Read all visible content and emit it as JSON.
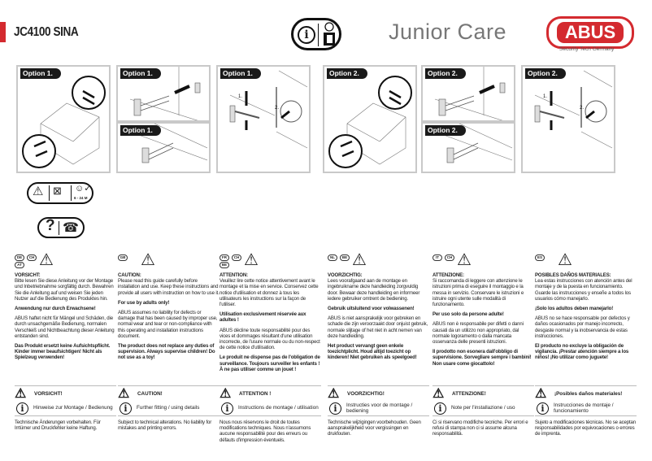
{
  "header": {
    "title": "JC4100 SINA",
    "brand": "Junior Care",
    "logo": "ABUS",
    "logo_sub": "Security Tech Germany",
    "readme_icon": "info-read-manual-icon"
  },
  "panels": [
    {
      "label": "Option 1."
    },
    {
      "label": "Option 1."
    },
    {
      "label": "Option 1."
    },
    {
      "label": "Option 1."
    },
    {
      "label": "Option 2."
    },
    {
      "label": "Option 2."
    },
    {
      "label": "Option 2."
    },
    {
      "label": "Option 2."
    }
  ],
  "pictograms": {
    "age_label": "6 - 24 M",
    "help_icons": [
      "question-icon",
      "telephone-icon"
    ]
  },
  "columns": [
    {
      "flags": [
        "DE",
        "CH",
        "AT"
      ],
      "heading": "VORSICHT:",
      "paras": [
        {
          "text": "Bitte lesen Sie diese Anleitung vor der Montage und Inbetriebnahme sorgfältig durch. Bewahren Sie die Anleitung auf und weisen Sie jeden Nutzer auf die Bedienung des Produktes hin.",
          "bold": false
        },
        {
          "text": "Anwendung nur durch Erwachsene!",
          "bold": true
        },
        {
          "text": "ABUS haftet nicht für Mängel und Schäden, die durch unsachgemäße Bedienung, normalen Verschleiß und Nichtbeachtung dieser Anleitung entstanden sind.",
          "bold": false
        },
        {
          "text": "Das Produkt ersetzt keine Aufsichtspflicht. Kinder immer beaufsichtigen! Nicht als Spielzeug verwenden!",
          "bold": true
        }
      ],
      "warning": "VORSICHT!",
      "info": "Hinweise zur Montage / Bedienung",
      "footer": "Technische Änderungen vorbehalten. Für Irrtümer und Druckfehler keine Haftung."
    },
    {
      "flags": [
        "GB"
      ],
      "heading": "CAUTION:",
      "paras": [
        {
          "text": "Please read this guide carefully before installation and use. Keep these instructions and provide all users with instruction on how to use it.",
          "bold": false
        },
        {
          "text": "For use by adults only!",
          "bold": true
        },
        {
          "text": "ABUS assumes no liability for defects or damage that has been caused by improper use, normal wear and tear or non-compliance with this operating and installation instructions document.",
          "bold": false
        },
        {
          "text": "The product does not replace any duties of supervision. Always supervise children! Do not use as a toy!",
          "bold": true
        }
      ],
      "warning": "CAUTION!",
      "info": "Further fitting / using details",
      "footer": "Subject to technical alterations. No liability for mistakes and printing errors."
    },
    {
      "flags": [
        "FR",
        "CH",
        "BE"
      ],
      "heading": "ATTENTION:",
      "paras": [
        {
          "text": "Veuillez lire cette notice attentivement avant le montage et la mise en service. Conservez cette notice d'utilisation et donnez à tous les utilisateurs les instructions sur la façon de l'utiliser.",
          "bold": false
        },
        {
          "text": "Utilisation exclusivement réservée aux adultes !",
          "bold": true
        },
        {
          "text": "ABUS décline toute responsabilité pour des vices et dommages résultant d'une utilisation incorrecte, de l'usure normale ou du non-respect de cette notice d'utilisation.",
          "bold": false
        },
        {
          "text": "Le produit ne dispense pas de l'obligation de surveillance. Toujours surveiller les enfants ! À ne pas utiliser comme un jouet !",
          "bold": true
        }
      ],
      "warning": "ATTENTION !",
      "info": "Instructions de montage / utilisation",
      "footer": "Nous nous réservons le droit de toutes modifications techniques. Nous n'assumons aucune responsabilité pour des erreurs ou défauts d'impression éventuels."
    },
    {
      "flags": [
        "NL",
        "BE"
      ],
      "heading": "VOORZICHTIG:",
      "paras": [
        {
          "text": "Lees voorafgaand aan de montage en ingebruikname deze handleiding zorgvuldig door. Bewaar deze handleiding en informeer iedere gebruiker omtrent de bediening.",
          "bold": false
        },
        {
          "text": "Gebruik uitsluitend voor volwassenen!",
          "bold": true
        },
        {
          "text": "ABUS is niet aansprakelijk voor gebreken en schade die zijn veroorzaakt door onjuist gebruik, normale slijtage of het niet in acht nemen van deze handleiding.",
          "bold": false
        },
        {
          "text": "Het product vervangt geen enkele toezichtplicht. Houd altijd toezicht op kinderen! Niet gebruiken als speelgoed!",
          "bold": true
        }
      ],
      "warning": "VOORZICHTIG!",
      "info": "Instructies voor de montage / bediening",
      "footer": "Technische wijzigingen voorbehouden. Geen aansprakelijkheid voor vergissingen en drukfouten."
    },
    {
      "flags": [
        "IT",
        "CH"
      ],
      "heading": "ATTENZIONE:",
      "paras": [
        {
          "text": "Si raccomanda di leggere con attenzione le istruzioni prima di eseguire il montaggio e la messa in servizio. Conservare le istruzioni e istruire ogni utente sulle modalità di funzionamento.",
          "bold": false
        },
        {
          "text": "Per uso solo da persone adulte!",
          "bold": true
        },
        {
          "text": "ABUS non è responsabile per difetti o danni causati da un utilizzo non appropriato, dal normale logoramento o dalla mancata osservanza delle presenti istruzioni.",
          "bold": false
        },
        {
          "text": "Il prodotto non esonera dall'obbligo di supervisione. Sorvegliare sempre i bambini! Non usare come giocattolo!",
          "bold": true
        }
      ],
      "warning": "ATTENZIONE!",
      "info": "Note per l'installazione / uso",
      "footer": "Ci si riservano modifiche tecniche. Per errori e refusi di stampa non ci si assume alcuna responsabilità."
    },
    {
      "flags": [
        "ES"
      ],
      "heading": "POSIBLES DAÑOS MATERIALES:",
      "paras": [
        {
          "text": "Lea estas instrucciones con atención antes del montaje y de la puesta en funcionamiento. Guarde las instrucciones y enseñe a todos los usuarios cómo manejarlo.",
          "bold": false
        },
        {
          "text": "¡Solo los adultos deben manejarlo!",
          "bold": true
        },
        {
          "text": "ABUS no se hace responsable por defectos y daños ocasionados por manejo incorrecto, desgaste normal y la inobservancia de estas instrucciones.",
          "bold": false
        },
        {
          "text": "El producto no excluye la obligación de vigilancia. ¡Prestar atención siempre a los niños! ¡No utilizar como juguete!",
          "bold": true
        }
      ],
      "warning": "¡Posibles daños materiales!",
      "info": "Instrucciones de montaje / funcionamiento",
      "footer": "Sujeto a modificaciones técnicas. No se aceptan responsabilidades por equivocaciones o errores de imprenta."
    }
  ]
}
